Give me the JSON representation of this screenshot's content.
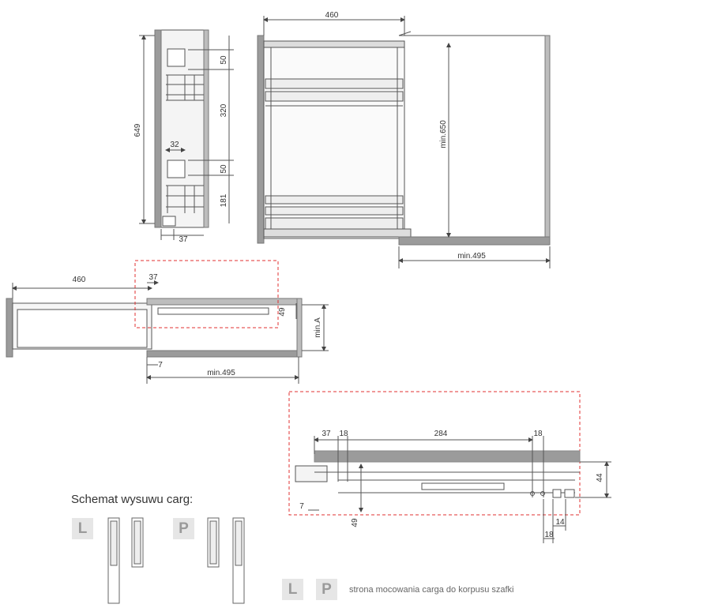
{
  "dimensions": {
    "side_width": "460",
    "side_height": "649",
    "side_50_top": "50",
    "side_320": "320",
    "side_32": "32",
    "side_50_mid": "50",
    "side_181": "181",
    "side_37": "37",
    "cab_min_650": "min.650",
    "cab_min_495": "min.495",
    "top_460": "460",
    "top_37": "37",
    "top_49": "49",
    "top_min_a": "min.A",
    "top_7": "7",
    "top_min_495": "min.495",
    "det_37": "37",
    "det_18a": "18",
    "det_284": "284",
    "det_18b": "18",
    "det_44": "44",
    "det_7": "7",
    "det_49": "49",
    "det_14": "14",
    "det_18c": "18"
  },
  "schema": {
    "title": "Schemat wysuwu carg:",
    "left_badge": "L",
    "right_badge": "P"
  },
  "legend": {
    "badge_l": "L",
    "badge_p": "P",
    "text": "strona mocowania carga do korpusu szafki"
  },
  "colors": {
    "line": "#555555",
    "panel": "#9b9b9b",
    "dashed": "#e03030",
    "badge_bg": "#e6e6e6",
    "badge_text": "#9a9a9a"
  }
}
